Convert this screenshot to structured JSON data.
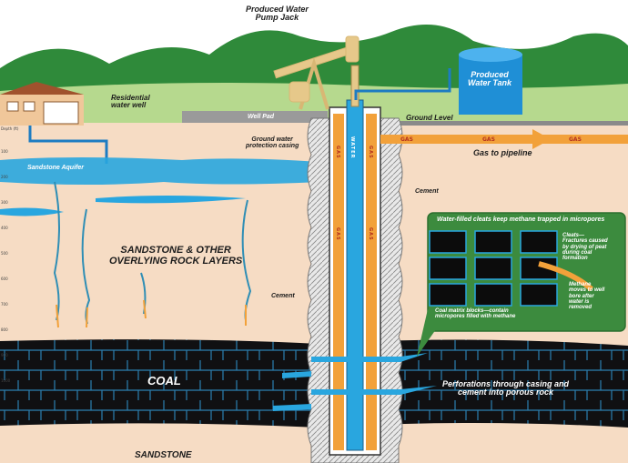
{
  "labels": {
    "pump_jack": "Produced Water\nPump Jack",
    "water_tank": "Produced\nWater Tank",
    "residential_well": "Residential\nwater well",
    "well_pad": "Well Pad",
    "ground_level": "Ground Level",
    "protection_casing": "Ground water\nprotection casing",
    "gas_to_pipeline": "Gas to pipeline",
    "sandstone_aquifer": "Sandstone Aquifer",
    "cement_right": "Cement",
    "cement_left": "Cement",
    "overlying_layers": "SANDSTONE & OTHER\nOVERLYING ROCK LAYERS",
    "coal": "COAL",
    "sandstone_bottom": "SANDSTONE",
    "perforations": "Perforations through casing and\ncement into porous rock",
    "water_vertical": "WATER",
    "gas": "GAS"
  },
  "inset": {
    "title": "Water-filled cleats keep methane trapped in micropores",
    "cleats": "Cleats—\nFractures caused\nby drying of peat\nduring coal\nformation",
    "methane": "Methane\nmoves to well\nbore after\nwater is\nremoved",
    "matrix": "Coal matrix blocks—contain\nmicropores filled with methane"
  },
  "depth_axis": {
    "title": "Depth (ft)",
    "ticks": [
      "100",
      "200",
      "300",
      "400",
      "500",
      "600",
      "700",
      "800",
      "900",
      "1000"
    ]
  },
  "colors": {
    "hills": "#2f8a3a",
    "ground": "#f6dcc4",
    "aquifer": "#29a6df",
    "coal": "#0e0e10",
    "gas": "#f2a13a",
    "inset_bg": "#3c8b3e"
  }
}
